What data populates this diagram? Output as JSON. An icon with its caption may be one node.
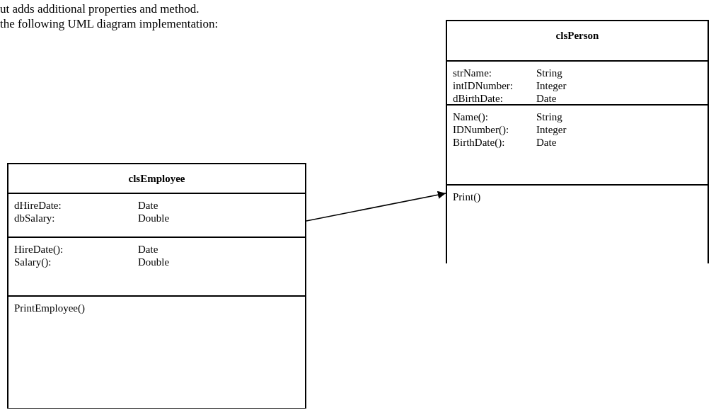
{
  "diagram": {
    "nodes": [
      {
        "text": [
          "clsPerson"
        ]
      },
      {
        "text": [
          "strName:",
          "String",
          "intIDNumber:",
          "Integer",
          "dBirthDate:",
          "Date"
        ],
        "in": 0
      },
      {
        "text": [
          "Name():",
          "String",
          "IDNumber():",
          "Integer",
          "BirthDate():",
          "Date"
        ],
        "in": 0
      },
      {
        "text": [
          "Print()"
        ],
        "in": 0
      },
      {
        "text": [
          "clsEmployee"
        ]
      },
      {
        "text": [
          "dHireDate:",
          "Date",
          "dbSalary:",
          "Double"
        ],
        "in": 4
      },
      {
        "text": [
          "HireDate():",
          "Date",
          "Salary():",
          "Double"
        ],
        "in": 4
      },
      {
        "text": [
          "PrintEmployee()"
        ],
        "in": 4
      }
    ],
    "edges": [
      {
        "from": 4,
        "to": 0,
        "arrow": "to"
      }
    ],
    "labels": [
      "ut adds additional properties and method.",
      "the following UML diagram implementation:"
    ]
  }
}
